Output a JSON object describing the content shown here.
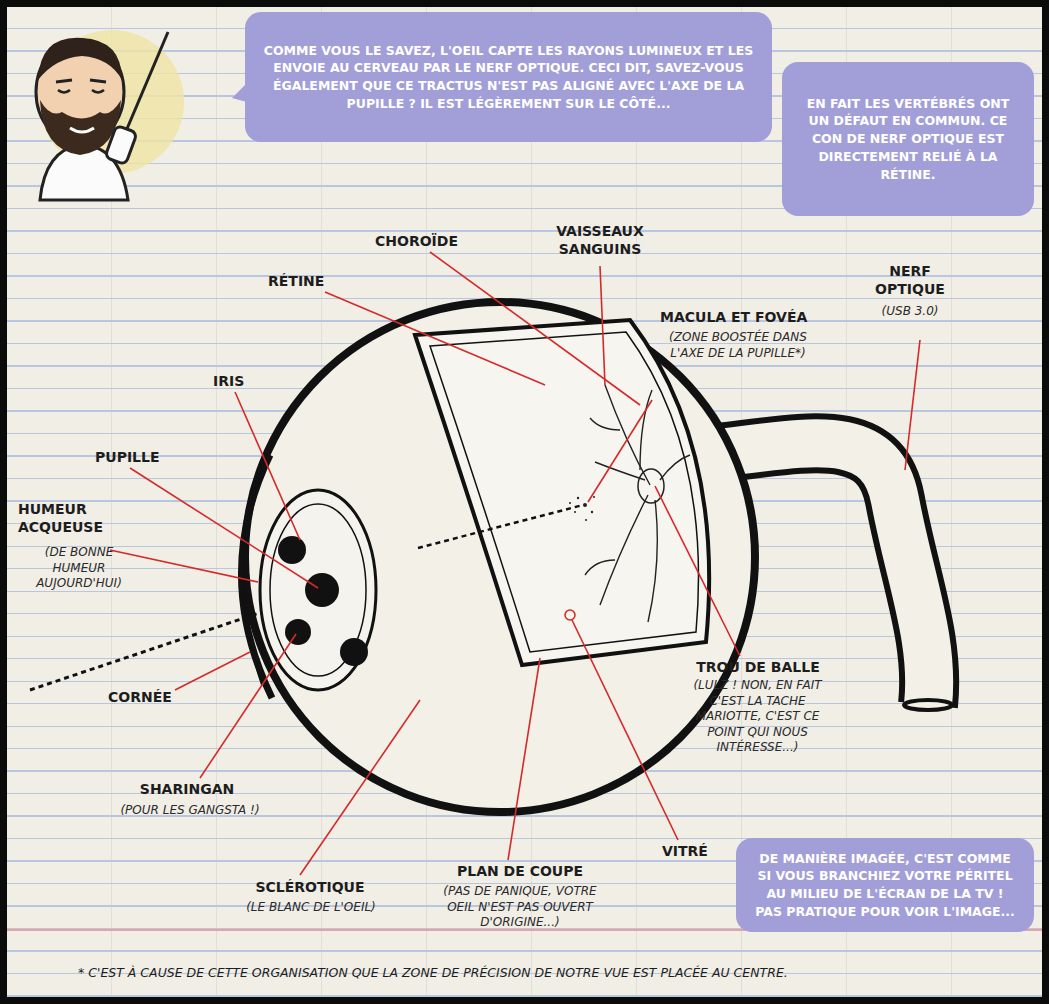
{
  "diagram": {
    "caption": "* C'EST À CAUSE DE CETTE ORGANISATION QUE LA ZONE DE PRÉCISION DE NOTRE VUE EST PLACÉE AU CENTRE.",
    "nodes": [
      {
        "text": [
          "COMME VOUS LE SAVEZ, L'OEIL CAPTE LES RAYONS LUMINEUX ET LES ENVOIE AU CERVEAU PAR LE NERF OPTIQUE. CECI DIT, SAVEZ-VOUS ÉGALEMENT QUE CE TRACTUS N'EST PAS ALIGNÉ AVEC L'AXE DE LA PUPILLE ? IL EST LÉGÈREMENT SUR LE CÔTÉ..."
        ]
      },
      {
        "text": [
          "EN FAIT LES VERTÉBRÉS ONT UN DÉFAUT EN COMMUN. CE CON DE NERF OPTIQUE EST DIRECTEMENT RELIÉ À LA RÉTINE."
        ]
      },
      {
        "text": [
          "DE MANIÈRE IMAGÉE, C'EST COMME SI VOUS BRANCHIEZ VOTRE PÉRITEL AU MILIEU DE L'ÉCRAN DE LA TV ! PAS PRATIQUE POUR VOIR L'IMAGE..."
        ]
      }
    ],
    "labels": [
      "CHOROÏDE",
      "VAISSEAUX SANGUINS",
      "RÉTINE",
      "MACULA ET FOVÉA",
      "(ZONE BOOSTÉE DANS L'AXE DE LA PUPILLE*)",
      "NERF OPTIQUE",
      "(USB 3.0)",
      "IRIS",
      "PUPILLE",
      "HUMEUR ACQUEUSE",
      "(DE BONNE HUMEUR AUJOURD'HUI)",
      "CORNÉE",
      "SHARINGAN",
      "(POUR LES GANGSTA !)",
      "SCLÉROTIQUE",
      "(LE BLANC DE L'OEIL)",
      "PLAN DE COUPE",
      "(PAS DE PANIQUE, VOTRE OEIL N'EST PAS OUVERT D'ORIGINE...)",
      "VITRÉ",
      "TROU DE BALLE",
      "(LULZ ! NON, EN FAIT C'EST LA TACHE MARIOTTE, C'EST CE POINT QUI NOUS INTÉRESSE...)"
    ]
  }
}
